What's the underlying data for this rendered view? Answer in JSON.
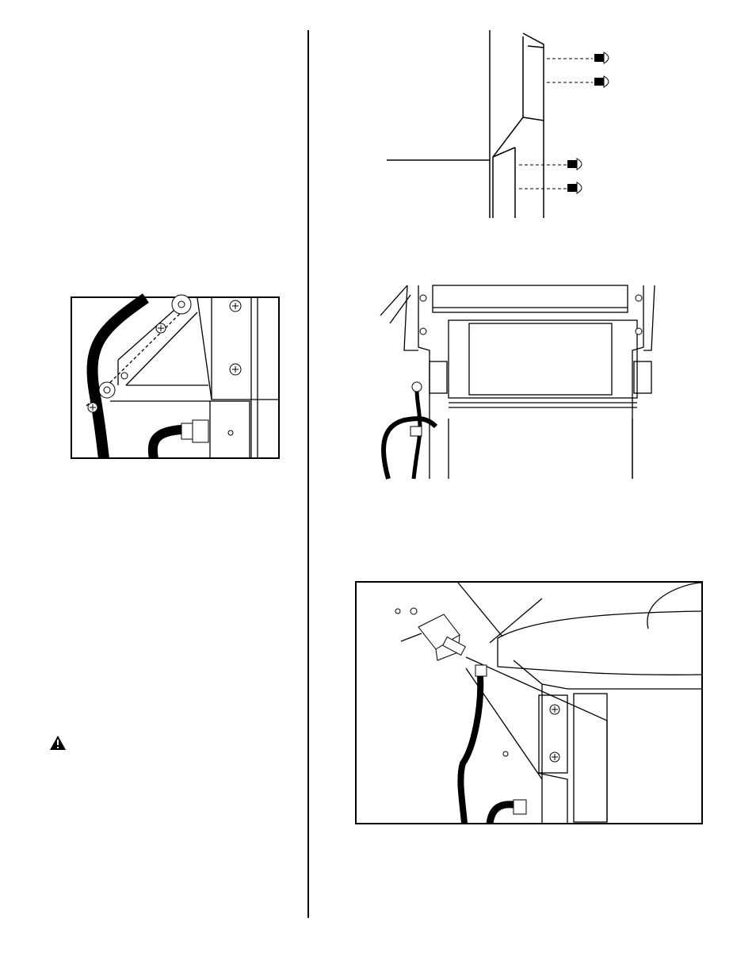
{
  "page": {
    "type": "assembly-manual-illustrations",
    "background": "#ffffff",
    "ink": "#000000"
  },
  "icons": {
    "warning": "warning-triangle-icon"
  },
  "figures": [
    {
      "name": "side-panel-screws-figure",
      "screws": 4
    },
    {
      "name": "hose-bracket-detail-figure",
      "screws": 3
    },
    {
      "name": "cart-front-hose-figure",
      "screws": 4
    },
    {
      "name": "burner-valve-connection-figure",
      "screws": 3
    }
  ]
}
